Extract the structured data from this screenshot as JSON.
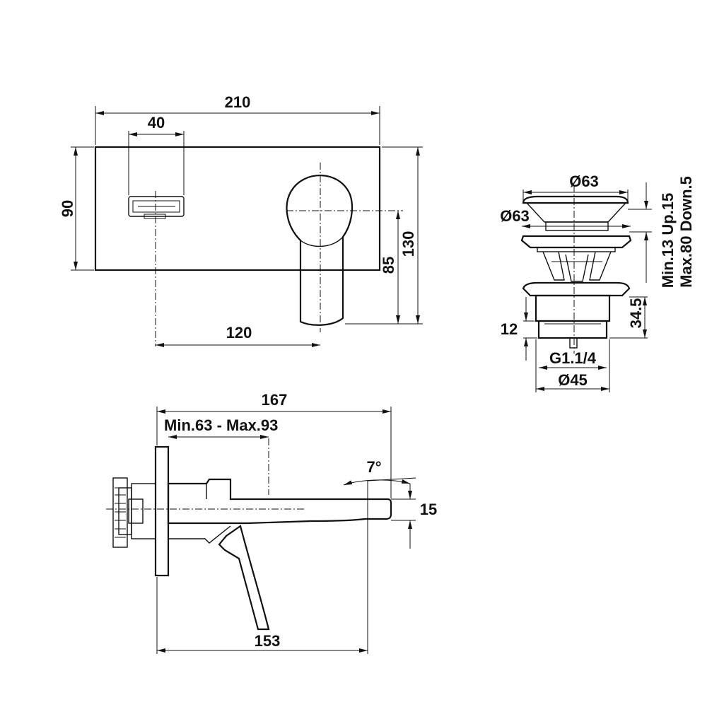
{
  "front_view": {
    "width_overall": "210",
    "width_handle": "40",
    "height_plate": "90",
    "height_total": "130",
    "height_lever": "85",
    "spacing": "120"
  },
  "drain_view": {
    "cap_diameter": "Ø63",
    "flange_diameter": "Ø63",
    "up_down": "Min.13 Up.15",
    "up_down_max": "Max.80 Down.5",
    "height": "34.5",
    "thread_height": "12",
    "thread": "G1.1/4",
    "base_diameter": "Ø45"
  },
  "side_view": {
    "length_total": "167",
    "wall_range": "Min.63 - Max.93",
    "angle": "7°",
    "spout_height": "15",
    "length_spout": "153"
  }
}
